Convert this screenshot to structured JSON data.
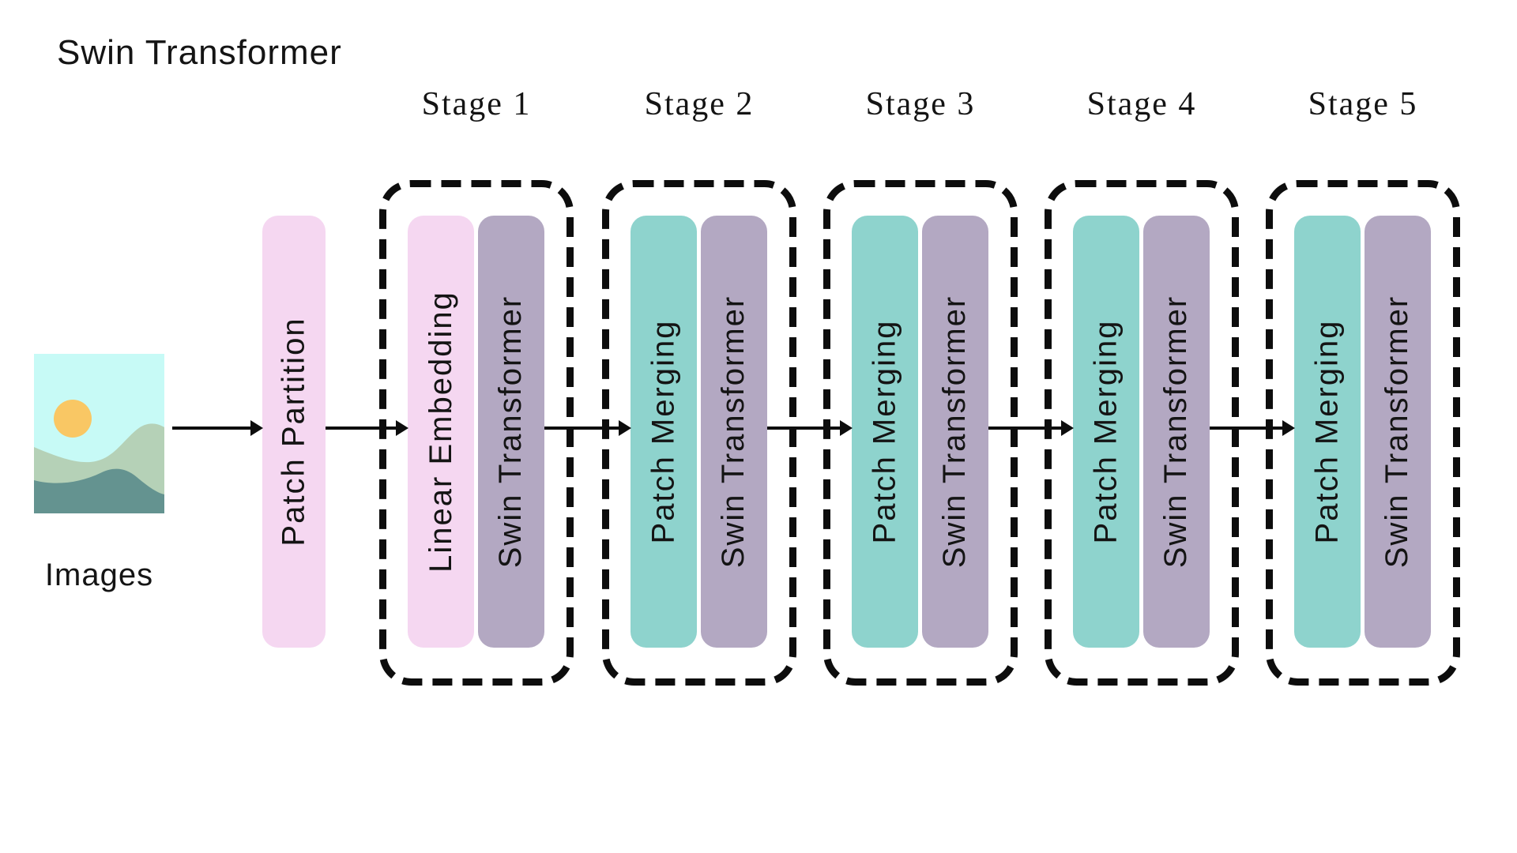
{
  "title": "Swin Transformer",
  "input": {
    "label": "Images"
  },
  "preprocess": {
    "label": "Patch Partition"
  },
  "stages": [
    {
      "name": "Stage 1",
      "blocks": [
        {
          "label": "Linear Embedding",
          "color": "pink"
        },
        {
          "label": "Swin Transformer",
          "color": "purple"
        }
      ]
    },
    {
      "name": "Stage 2",
      "blocks": [
        {
          "label": "Patch Merging",
          "color": "teal"
        },
        {
          "label": "Swin Transformer",
          "color": "purple"
        }
      ]
    },
    {
      "name": "Stage 3",
      "blocks": [
        {
          "label": "Patch Merging",
          "color": "teal"
        },
        {
          "label": "Swin Transformer",
          "color": "purple"
        }
      ]
    },
    {
      "name": "Stage 4",
      "blocks": [
        {
          "label": "Patch Merging",
          "color": "teal"
        },
        {
          "label": "Swin Transformer",
          "color": "purple"
        }
      ]
    },
    {
      "name": "Stage 5",
      "blocks": [
        {
          "label": "Patch Merging",
          "color": "teal"
        },
        {
          "label": "Swin Transformer",
          "color": "purple"
        }
      ]
    }
  ],
  "colors": {
    "pink": "#f5d7f1",
    "teal": "#8ed3cd",
    "purple": "#b3a8c2",
    "line": "#0d0d0d",
    "sky": "#c7faf6",
    "sun": "#f9c764",
    "hill_light": "#b5d1b7",
    "hill_dark": "#649390",
    "text": "#141414"
  }
}
